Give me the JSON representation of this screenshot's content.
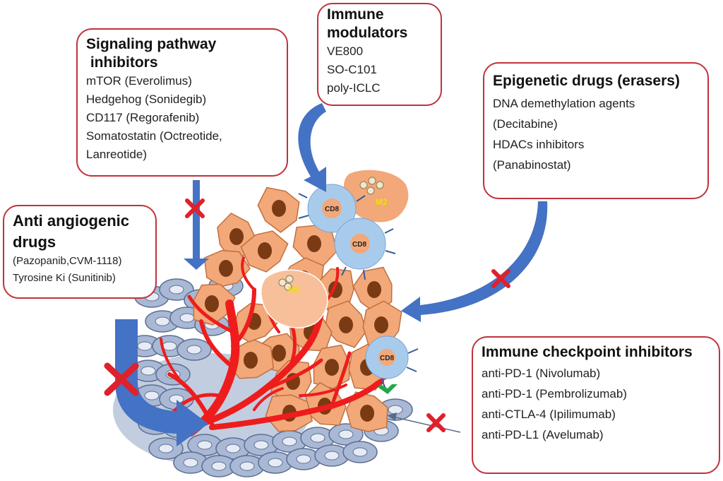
{
  "boxes": {
    "signaling": {
      "title_lines": [
        "Signaling pathway",
        " inhibitors"
      ],
      "items": [
        "mTOR (Everolimus)",
        "Hedgehog (Sonidegib)",
        "CD117 (Regorafenib)",
        "Somatostatin (Octreotide,",
        "Lanreotide)"
      ]
    },
    "immune_modulators": {
      "title_lines": [
        "Immune",
        "modulators"
      ],
      "items": [
        "VE800",
        "SO-C101",
        "poly-ICLC"
      ]
    },
    "epigenetic": {
      "title_lines": [
        "Epigenetic drugs (erasers)"
      ],
      "items": [
        "DNA demethylation agents",
        "(Decitabine)",
        "HDACs inhibitors",
        "(Panabinostat)"
      ]
    },
    "anti_angiogenic": {
      "title_lines": [
        "Anti angiogenic",
        "drugs"
      ],
      "items": [
        "(Pazopanib,CVM-1118)",
        "Tyrosine Ki (Sunitinib)"
      ]
    },
    "checkpoint": {
      "title_lines": [
        "Immune checkpoint inhibitors"
      ],
      "items": [
        "anti-PD-1 (Nivolumab)",
        "anti-PD-1 (Pembrolizumab)",
        "anti-CTLA-4 (Ipilimumab)",
        "anti-PD-L1 (Avelumab)"
      ]
    }
  },
  "cell_labels": {
    "cd8": "CD8",
    "m2": "M2"
  },
  "colors": {
    "box_border": "#c0323c",
    "arrow": "#4472c4",
    "cross": "#e0202a",
    "vessel": "#ee1c1c",
    "tumor_cell": "#f2a878",
    "nucleus": "#7a3a14",
    "normal_cell": "#a9b8d4",
    "immune_cell": "#a9cbeb",
    "m2_label": "#f0e000"
  }
}
